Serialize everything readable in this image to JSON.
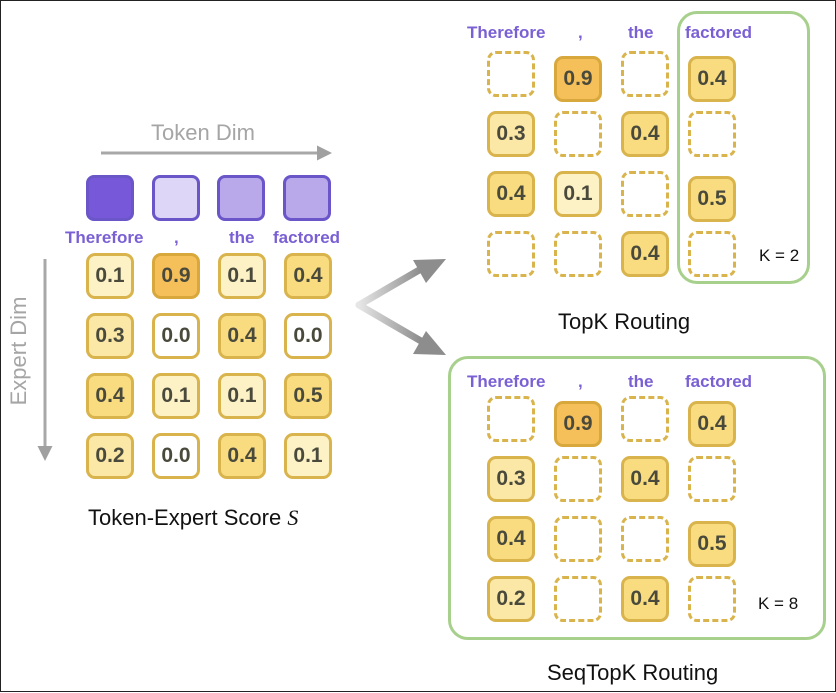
{
  "tokens": [
    "Therefore",
    ",",
    "the",
    "factored"
  ],
  "token_dim_label": "Token Dim",
  "expert_dim_label": "Expert Dim",
  "token_squares": [
    1.0,
    0.15,
    0.45,
    0.45
  ],
  "score": {
    "caption": "Token-Expert Score",
    "caption_symbol": "S",
    "rows": [
      [
        "0.1",
        "0.9",
        "0.1",
        "0.4"
      ],
      [
        "0.3",
        "0.0",
        "0.4",
        "0.0"
      ],
      [
        "0.4",
        "0.1",
        "0.1",
        "0.5"
      ],
      [
        "0.2",
        "0.0",
        "0.4",
        "0.1"
      ]
    ]
  },
  "topk": {
    "caption": "TopK Routing",
    "k_label": "K = 2",
    "rows": [
      [
        "",
        "0.9",
        "",
        "0.4"
      ],
      [
        "0.3",
        "",
        "0.4",
        ""
      ],
      [
        "0.4",
        "0.1",
        "",
        "0.5"
      ],
      [
        "",
        "",
        "0.4",
        ""
      ]
    ]
  },
  "seqtopk": {
    "caption": "SeqTopK Routing",
    "k_label": "K = 8",
    "rows": [
      [
        "",
        "0.9",
        "",
        "0.4"
      ],
      [
        "0.3",
        "",
        "0.4",
        ""
      ],
      [
        "0.4",
        "",
        "",
        "0.5"
      ],
      [
        "0.2",
        "",
        "0.4",
        ""
      ]
    ]
  },
  "colors": {
    "token_purple": "#7658d8",
    "header_purple": "#7a60d4",
    "cell_border": "#d9b44d",
    "cell_highlight": "#f5bf5a",
    "group_box_green": "#a8d08d",
    "arrow_gray": "#a8a8a8"
  }
}
